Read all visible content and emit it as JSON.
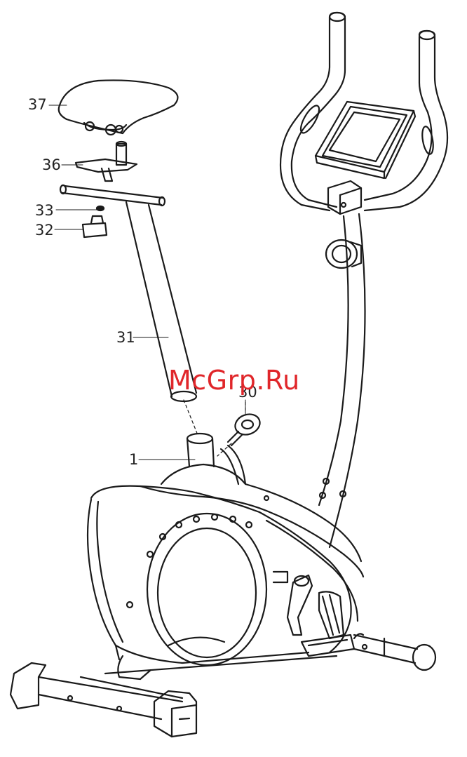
{
  "diagram": {
    "parts": [
      {
        "id": "p37",
        "number": "37"
      },
      {
        "id": "p36",
        "number": "36"
      },
      {
        "id": "p33",
        "number": "33"
      },
      {
        "id": "p32",
        "number": "32"
      },
      {
        "id": "p31",
        "number": "31"
      },
      {
        "id": "p30",
        "number": "30"
      },
      {
        "id": "p1",
        "number": "1"
      }
    ],
    "watermark": "McGrp.Ru"
  },
  "colors": {
    "line": "#1a1a1a",
    "watermark": "#e0262a"
  }
}
